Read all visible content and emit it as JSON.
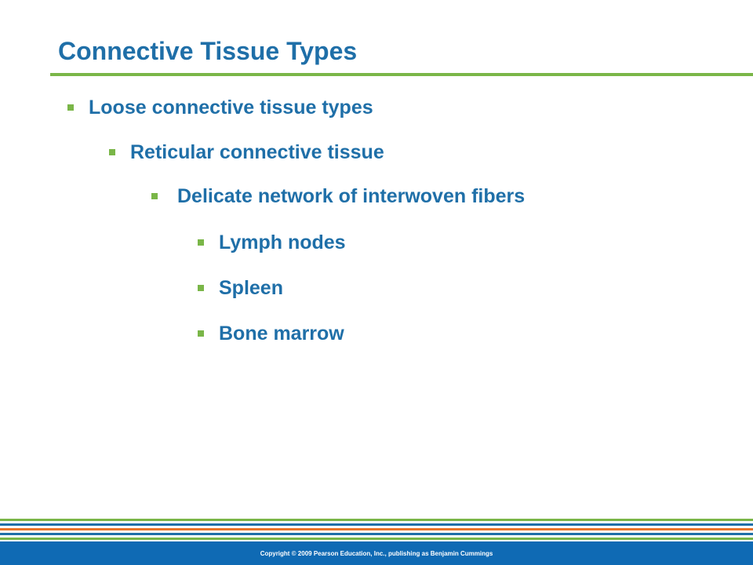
{
  "slide": {
    "title": "Connective Tissue Types",
    "bullets": [
      {
        "level": 1,
        "text": "Loose connective tissue types"
      },
      {
        "level": 2,
        "text": "Reticular connective tissue"
      },
      {
        "level": 3,
        "text": "Delicate network of interwoven fibers"
      },
      {
        "level": 4,
        "text": "Lymph nodes"
      },
      {
        "level": 4,
        "text": "Spleen"
      },
      {
        "level": 4,
        "text": "Bone marrow"
      }
    ],
    "footer": "Copyright © 2009 Pearson Education, Inc., publishing as Benjamin Cummings"
  },
  "colors": {
    "title_text": "#1f6fa8",
    "body_text": "#1f6fa8",
    "bullet_marker": "#7ab648",
    "title_rule": "#7ab648",
    "footer_bar": "#0f6ab4",
    "stripe_green": "#7ab648",
    "stripe_blue": "#1f6fa8",
    "stripe_orange": "#e8752a"
  },
  "icons": {
    "bullet_marker": "square-bullet-icon"
  }
}
